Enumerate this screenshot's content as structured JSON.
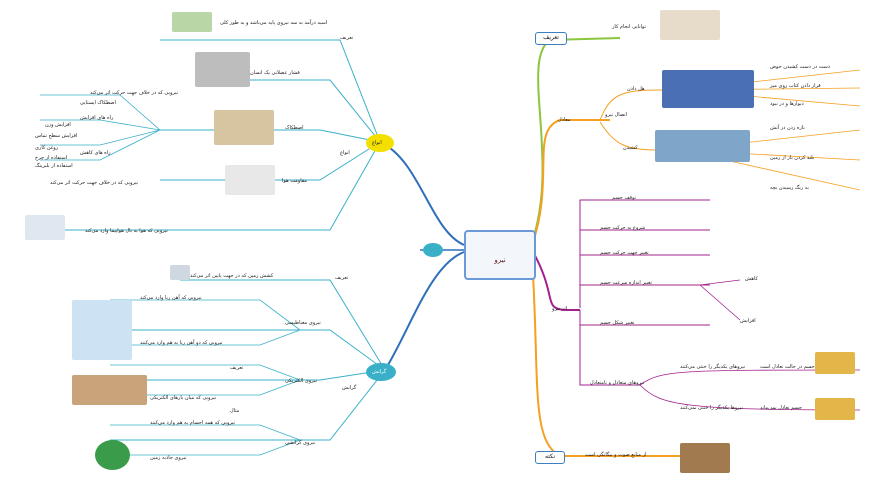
{
  "center": {
    "label": "نیرو"
  },
  "branches": {
    "definition": {
      "label": "تعریف",
      "sub": "توانایی انجام کار"
    },
    "equilibrium": {
      "label": "معادل",
      "item": "اتصال نیرو",
      "children": [
        {
          "label": "هل دادن",
          "leaves": [
            "دست در دست کشیدن حوض",
            "قرار دادن کتاب روی میز",
            "دیوارها و در نبود"
          ]
        },
        {
          "label": "کشیدن",
          "leaves": [
            "بازه زدن در آتش",
            "بلند کردن بار از زمین",
            "به رنگ رسیدن بچه"
          ]
        }
      ]
    },
    "effects": {
      "label": "اثر نیرو",
      "items": [
        "توقف جسم",
        "شروع به حرکت جسم",
        "تغییر جهت حرکت جسم",
        "تغییر اندازه سرعت جسم",
        "تغییر شکل جسم"
      ],
      "sublabels": [
        "کاهش",
        "افزایش"
      ],
      "balance": {
        "label": "نیروهای متعادل و نامتعادل",
        "items": [
          {
            "label": "نیروهای یکدیگر را خنثی می‌کنند",
            "note": "جسم در حالت تعادل است"
          },
          {
            "label": "نیروها یکدیگر را خنثی نمی‌کنند",
            "note": "جسم تعادل نمی‌ماند"
          }
        ]
      }
    },
    "bottom": {
      "label": "نکته",
      "text": "از منابع صوت و بیگانگی است"
    }
  },
  "left": {
    "types_cloud": "انواع",
    "types_main": "انواع",
    "types": [
      {
        "label": "تعریف",
        "text": "اسبه درآمد به سه نیروی پایه می‌باشد و به طور کلی"
      },
      {
        "label": "",
        "text": "فشار عضلانی یک انسان"
      },
      {
        "label": "اصطکاک",
        "leaves": [
          "نیرویی که در خلاف جهت حرکت اثر می‌کند",
          "اصطکاک ایستایی",
          "راه های افزایش",
          "افزایش وزن",
          "افزایش سطح تماس",
          "راه های کاهش",
          "روغن کاری",
          "استفاده از چرخ",
          "استفاده از بلبرینگ"
        ]
      },
      {
        "label": "مقاومت هوا",
        "text": "نیرویی که در خلاف جهت حرکت اثر می‌کند"
      },
      {
        "label": "",
        "text": "نیرویی که هوا به بال هواپیما وارد می‌کند"
      }
    ],
    "gravity_cloud": "گرانش",
    "gravity_main": "گرانش",
    "gravity": [
      {
        "label": "تعریف",
        "text": "کشش زمین که در جهت پایین اثر می‌کند"
      },
      {
        "label": "نیروی مغناطیسی",
        "leaves": [
          "نیرویی که آهن ربا وارد می‌کند",
          "نیرویی که دو آهن ربا به هم وارد می‌کنند"
        ]
      },
      {
        "label": "نیروی الکتریکی",
        "leaves": [
          "تعریف",
          "نیرویی که میان بارهای الکتریکی",
          "مثال"
        ]
      },
      {
        "label": "نیروی گرانشی",
        "leaves": [
          "نیرویی که همه اجسام به هم وارد می‌کنند",
          "نیروی جاذبه زمین"
        ]
      }
    ]
  },
  "colors": {
    "green": "#8cc63e",
    "orange": "#f4a021",
    "purple": "#a3218e",
    "teal": "#3ab0c8",
    "blue": "#2f6fba",
    "yellow": "#f3e000"
  }
}
